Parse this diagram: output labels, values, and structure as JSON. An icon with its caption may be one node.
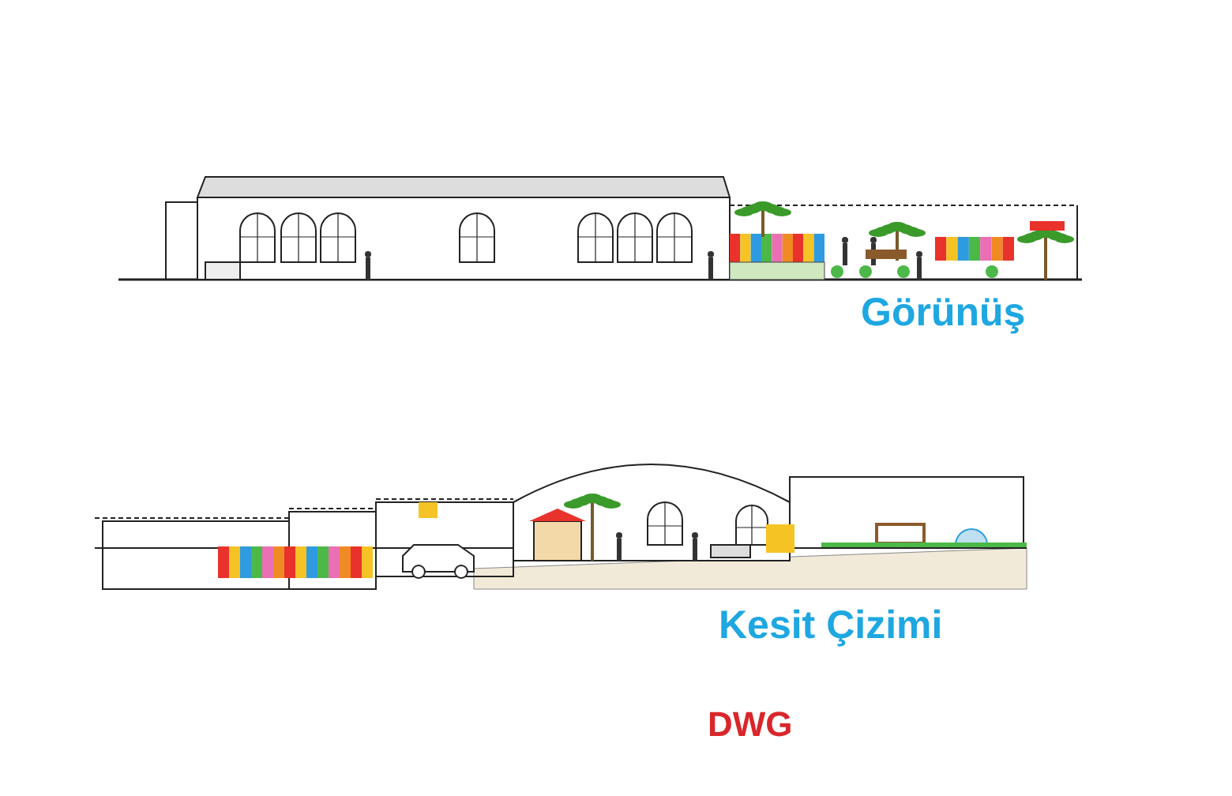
{
  "diagram": {
    "labels": [
      "Görünüş",
      "Kesit Çizimi",
      "DWG"
    ]
  }
}
